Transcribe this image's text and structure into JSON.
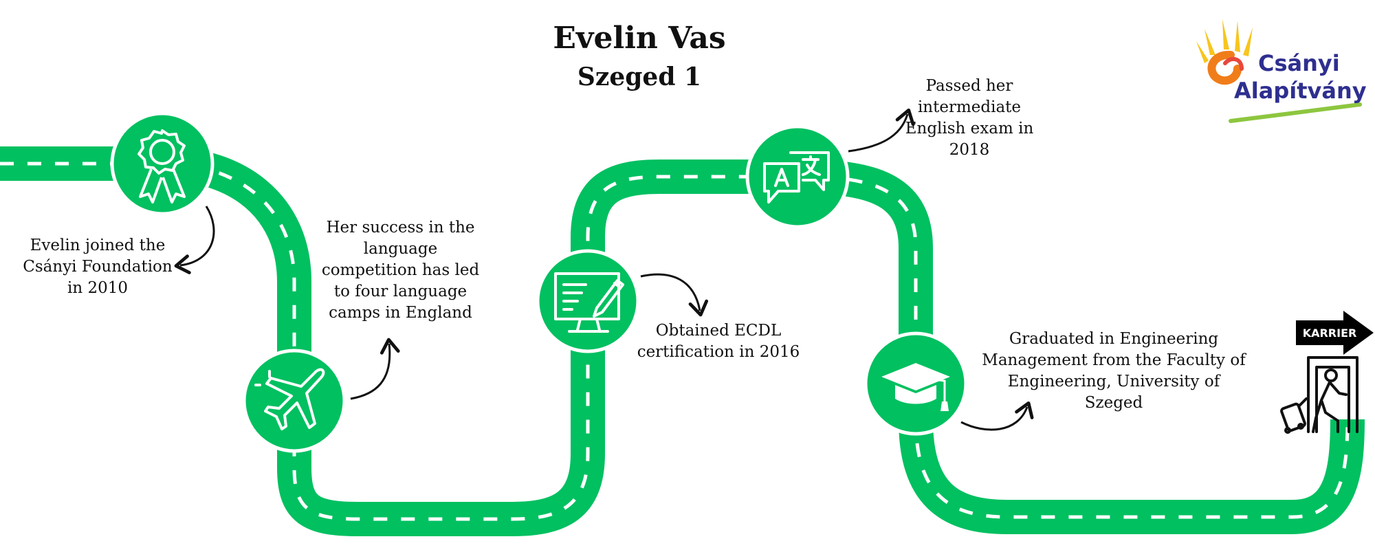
{
  "header": {
    "title": "Evelin Vas",
    "subtitle": "Szeged 1"
  },
  "logo": {
    "line1": "Csányi",
    "line2": "Alapítvány"
  },
  "milestones": [
    {
      "icon": "award-ribbon-icon",
      "text": "Evelin joined the Csányi Foundation in 2010",
      "lines": [
        "Evelin joined the",
        "Csányi Foundation",
        "in 2010"
      ]
    },
    {
      "icon": "airplane-icon",
      "text": "Her success in the language competition has led to four language camps in England",
      "lines": [
        "Her success in the",
        "language",
        "competition has led",
        "to four language",
        "camps in England"
      ]
    },
    {
      "icon": "computer-certificate-icon",
      "text": "Obtained ECDL certification in 2016",
      "lines": [
        "Obtained ECDL",
        "certification in 2016"
      ]
    },
    {
      "icon": "translation-bubbles-icon",
      "text": "Passed her intermediate English exam in 2018",
      "lines": [
        "Passed her",
        "intermediate",
        "English exam in",
        "2018"
      ]
    },
    {
      "icon": "graduation-cap-icon",
      "text": "Graduated in Engineering Management from the Faculty of Engineering, University of Szeged",
      "lines": [
        "Graduated in Engineering",
        "Management from the Faculty of",
        "Engineering, University of",
        "Szeged"
      ]
    }
  ],
  "career": {
    "label": "KARRIER",
    "icon": "exit-door-traveler-icon"
  },
  "colors": {
    "road": "#00c060",
    "dash": "#ffffff",
    "text": "#111111",
    "logo_text": "#2e2f8f",
    "logo_sun_yellow": "#f7c51e",
    "logo_sun_orange": "#f07d1a",
    "logo_swoosh": "#8dc63f",
    "sign": "#000000"
  }
}
